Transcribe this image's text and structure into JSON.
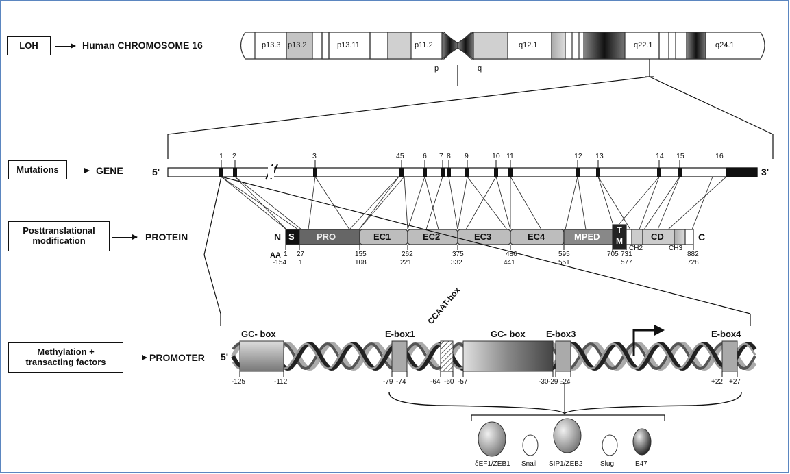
{
  "chromosome": {
    "loh_label": "LOH",
    "title": "Human CHROMOSOME 16",
    "bands": [
      "p13.3",
      "p13.2",
      "p13.11",
      "p11.2",
      "q12.1",
      "q22.1",
      "q24.1"
    ],
    "arm_p": "p",
    "arm_q": "q"
  },
  "gene": {
    "mutations_label": "Mutations",
    "gene_label": "GENE",
    "five_prime": "5'",
    "three_prime": "3'",
    "exon_numbers": [
      "1",
      "2",
      "3",
      "45",
      "6",
      "7",
      "8",
      "9",
      "10",
      "11",
      "12",
      "13",
      "14",
      "15",
      "16"
    ]
  },
  "protein": {
    "mod_label": "Posttranslational modification",
    "protein_label": "PROTEIN",
    "n_term": "N",
    "c_term": "C",
    "domains": [
      "S",
      "PRO",
      "EC1",
      "EC2",
      "EC3",
      "EC4",
      "MPED",
      "T M",
      "CD"
    ],
    "sub_labels": [
      "CH2",
      "CH3"
    ],
    "aa_label": "AA",
    "positions_top": [
      "1",
      "27",
      "155",
      "262",
      "375",
      "486",
      "595",
      "705",
      "731",
      "882"
    ],
    "positions_bottom": [
      "-154",
      "1",
      "108",
      "221",
      "332",
      "441",
      "551",
      "577",
      "728"
    ]
  },
  "promoter": {
    "meth_label": "Methylation + transacting factors",
    "promoter_label": "PROMOTER",
    "five_prime": "5'",
    "elements": [
      "GC- box",
      "E-box1",
      "CCAAT-box",
      "GC- box",
      "E-box3",
      "E-box4"
    ],
    "positions": [
      "-125",
      "-112",
      "-79",
      "-74",
      "-64",
      "-60",
      "-57",
      "-30",
      "-29",
      "-24",
      "+22",
      "+27"
    ]
  },
  "factors": {
    "names": [
      "δEF1/ZEB1",
      "Snail",
      "SIP1/ZEB2",
      "Slug",
      "E47"
    ]
  }
}
